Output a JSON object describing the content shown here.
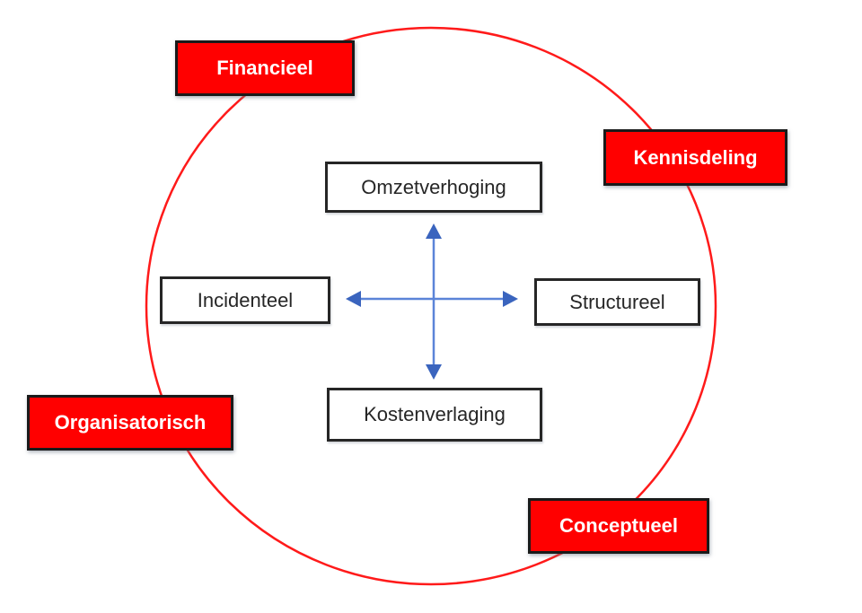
{
  "diagram": {
    "outer_labels": [
      {
        "id": "financieel",
        "label": "Financieel"
      },
      {
        "id": "kennisdeling",
        "label": "Kennisdeling"
      },
      {
        "id": "organisatorisch",
        "label": "Organisatorisch"
      },
      {
        "id": "conceptueel",
        "label": "Conceptueel"
      }
    ],
    "inner_boxes": [
      {
        "id": "omzetverhoging",
        "label": "Omzetverhoging"
      },
      {
        "id": "incidenteel",
        "label": "Incidenteel"
      },
      {
        "id": "structureel",
        "label": "Structureel"
      },
      {
        "id": "kostenverlaging",
        "label": "Kostenverlaging"
      }
    ],
    "colors": {
      "red_fill": "#ff0000",
      "circle_stroke": "#ff1a1a",
      "box_border": "#262626",
      "arrow_line": "#5b84d8",
      "arrow_head": "#3a64be",
      "text_dark": "#262626",
      "text_light": "#ffffff",
      "background": "#ffffff"
    }
  }
}
